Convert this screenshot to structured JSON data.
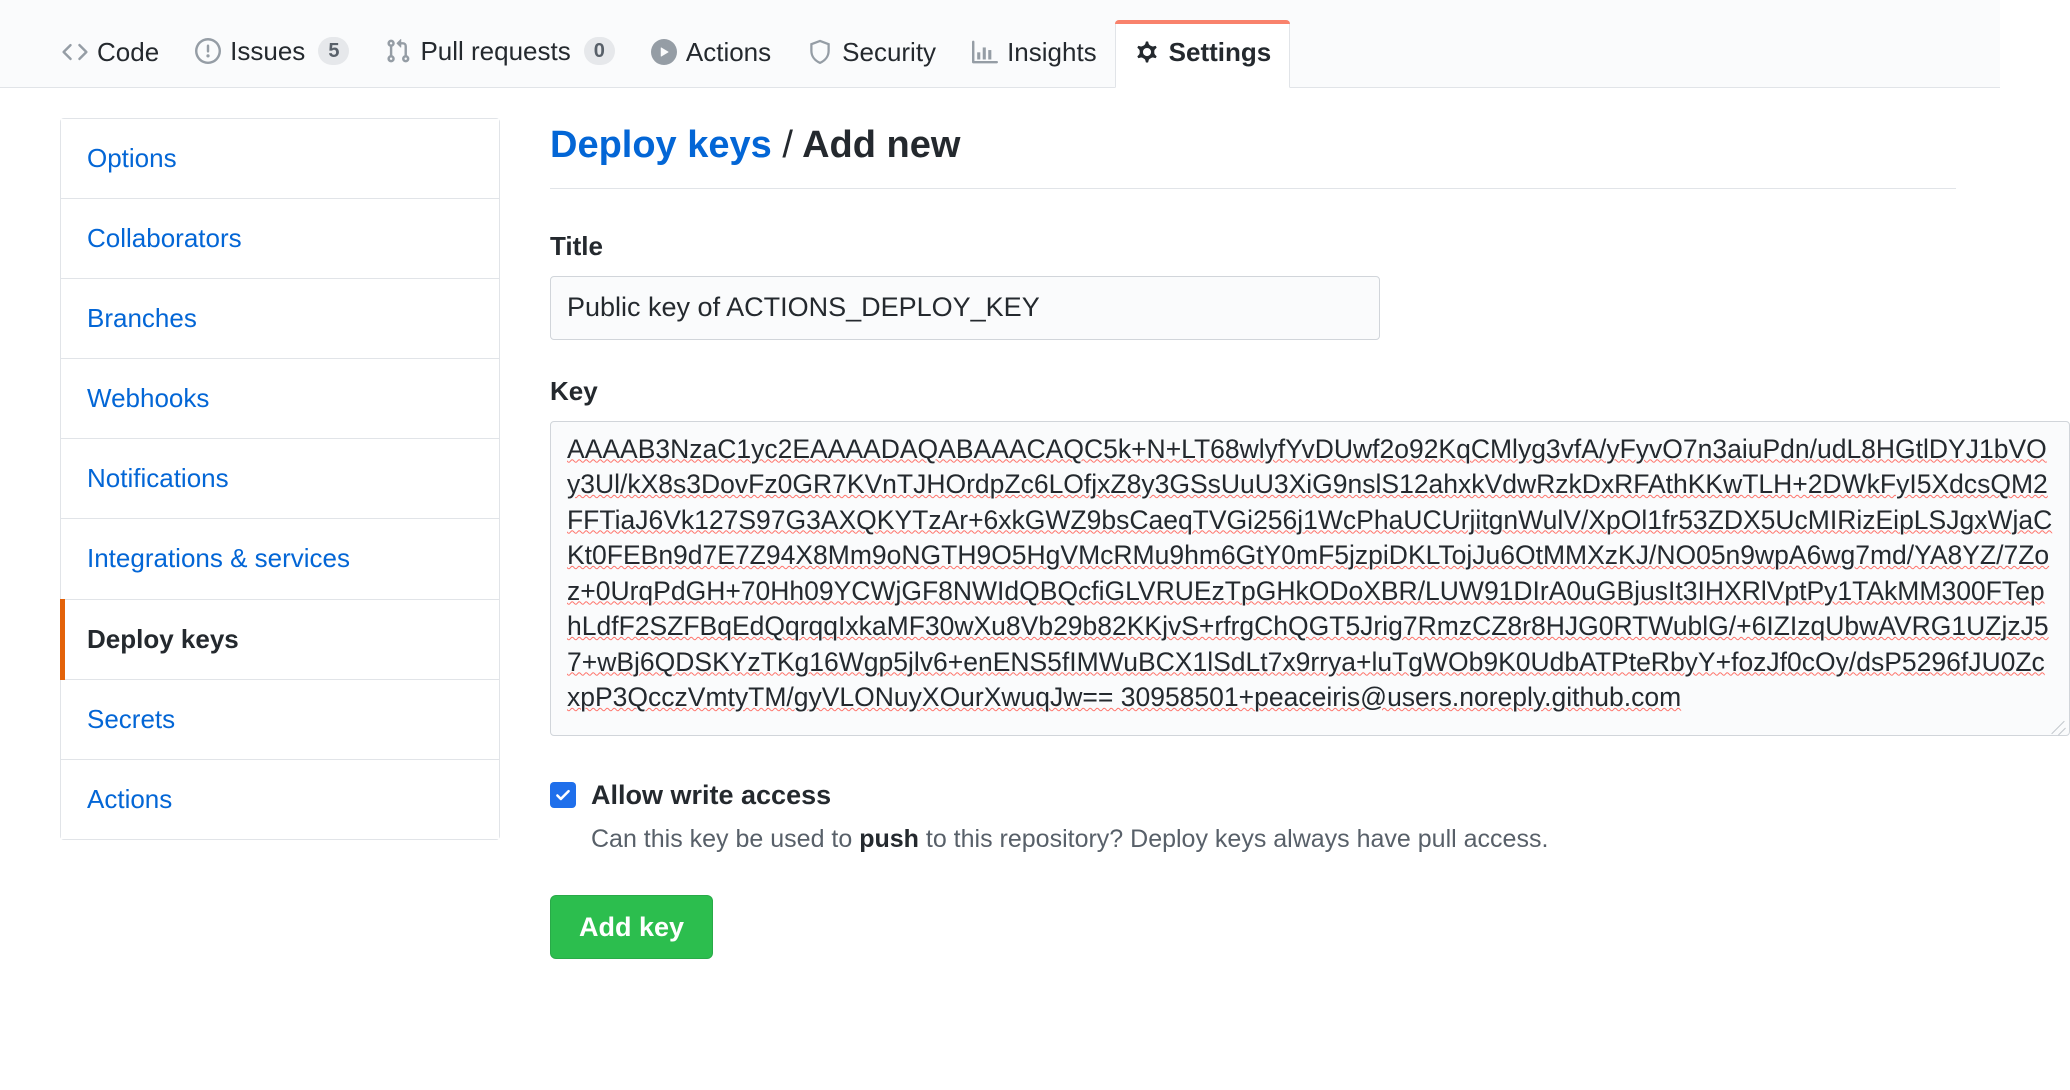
{
  "nav": {
    "items": [
      {
        "label": "Code",
        "icon": "code-icon",
        "counter": null,
        "active": false
      },
      {
        "label": "Issues",
        "icon": "issue-opened-icon",
        "counter": "5",
        "active": false
      },
      {
        "label": "Pull requests",
        "icon": "git-pull-request-icon",
        "counter": "0",
        "active": false
      },
      {
        "label": "Actions",
        "icon": "play-icon",
        "counter": null,
        "active": false
      },
      {
        "label": "Security",
        "icon": "shield-icon",
        "counter": null,
        "active": false
      },
      {
        "label": "Insights",
        "icon": "graph-icon",
        "counter": null,
        "active": false
      },
      {
        "label": "Settings",
        "icon": "gear-icon",
        "counter": null,
        "active": true
      }
    ]
  },
  "sidebar": {
    "items": [
      {
        "label": "Options",
        "selected": false
      },
      {
        "label": "Collaborators",
        "selected": false
      },
      {
        "label": "Branches",
        "selected": false
      },
      {
        "label": "Webhooks",
        "selected": false
      },
      {
        "label": "Notifications",
        "selected": false
      },
      {
        "label": "Integrations & services",
        "selected": false
      },
      {
        "label": "Deploy keys",
        "selected": true
      },
      {
        "label": "Secrets",
        "selected": false
      },
      {
        "label": "Actions",
        "selected": false
      }
    ]
  },
  "heading": {
    "link": "Deploy keys",
    "separator": "/",
    "current": "Add new"
  },
  "form": {
    "title_label": "Title",
    "title_value": "Public key of ACTIONS_DEPLOY_KEY",
    "title_placeholder": "",
    "key_label": "Key",
    "key_value": "AAAAB3NzaC1yc2EAAAADAQABAAACAQC5k+N+LT68wlyfYvDUwf2o92KqCMlyg3vfA/yFyvO7n3aiuPdn/udL8HGtlDYJ1bVOy3Ul/kX8s3DovFz0GR7KVnTJHOrdpZc6LOfjxZ8y3GSsUuU3XiG9nslS12ahxkVdwRzkDxRFAthKKwTLH+2DWkFyI5XdcsQM2FFTiaJ6Vk127S97G3AXQKYTzAr+6xkGWZ9bsCaeqTVGi256j1WcPhaUCUrjitgnWulV/XpOl1fr53ZDX5UcMIRizEipLSJgxWjaCKt0FEBn9d7E7Z94X8Mm9oNGTH9O5HgVMcRMu9hm6GtY0mF5jzpiDKLTojJu6OtMMXzKJ/NO05n9wpA6wg7md/YA8YZ/7Zoz+0UrqPdGH+70Hh09YCWjGF8NWIdQBQcfiGLVRUEzTpGHkODoXBR/LUW91DIrA0uGBjusIt3IHXRlVptPy1TAkMM300FTephLdfF2SZFBqEdQqrqqIxkaMF30wXu8Vb29b82KKjvS+rfrgChQGT5Jrig7RmzCZ8r8HJG0RTWublG/+6IZIzqUbwAVRG1UZjzJ57+wBj6QDSKYzTKg16Wgp5jlv6+enENS5fIMWuBCX1lSdLt7x9rrya+luTgWOb9K0UdbATPteRbyY+fozJf0cOy/dsP5296fJU0ZcxpP3QcczVmtyTM/gyVLONuyXOurXwuqJw== 30958501+peaceiris@users.noreply.github.com",
    "key_placeholder": "",
    "allow_write_label": "Allow write access",
    "allow_write_checked": true,
    "allow_write_note_prefix": "Can this key be used to ",
    "allow_write_note_bold": "push",
    "allow_write_note_suffix": " to this repository? Deploy keys always have pull access.",
    "submit_label": "Add key"
  },
  "colors": {
    "link": "#0366d6",
    "active_tab_border": "#f9826c",
    "selected_item_border": "#e36209",
    "primary_button": "#2cbe4e",
    "checkbox": "#1f6feb"
  }
}
